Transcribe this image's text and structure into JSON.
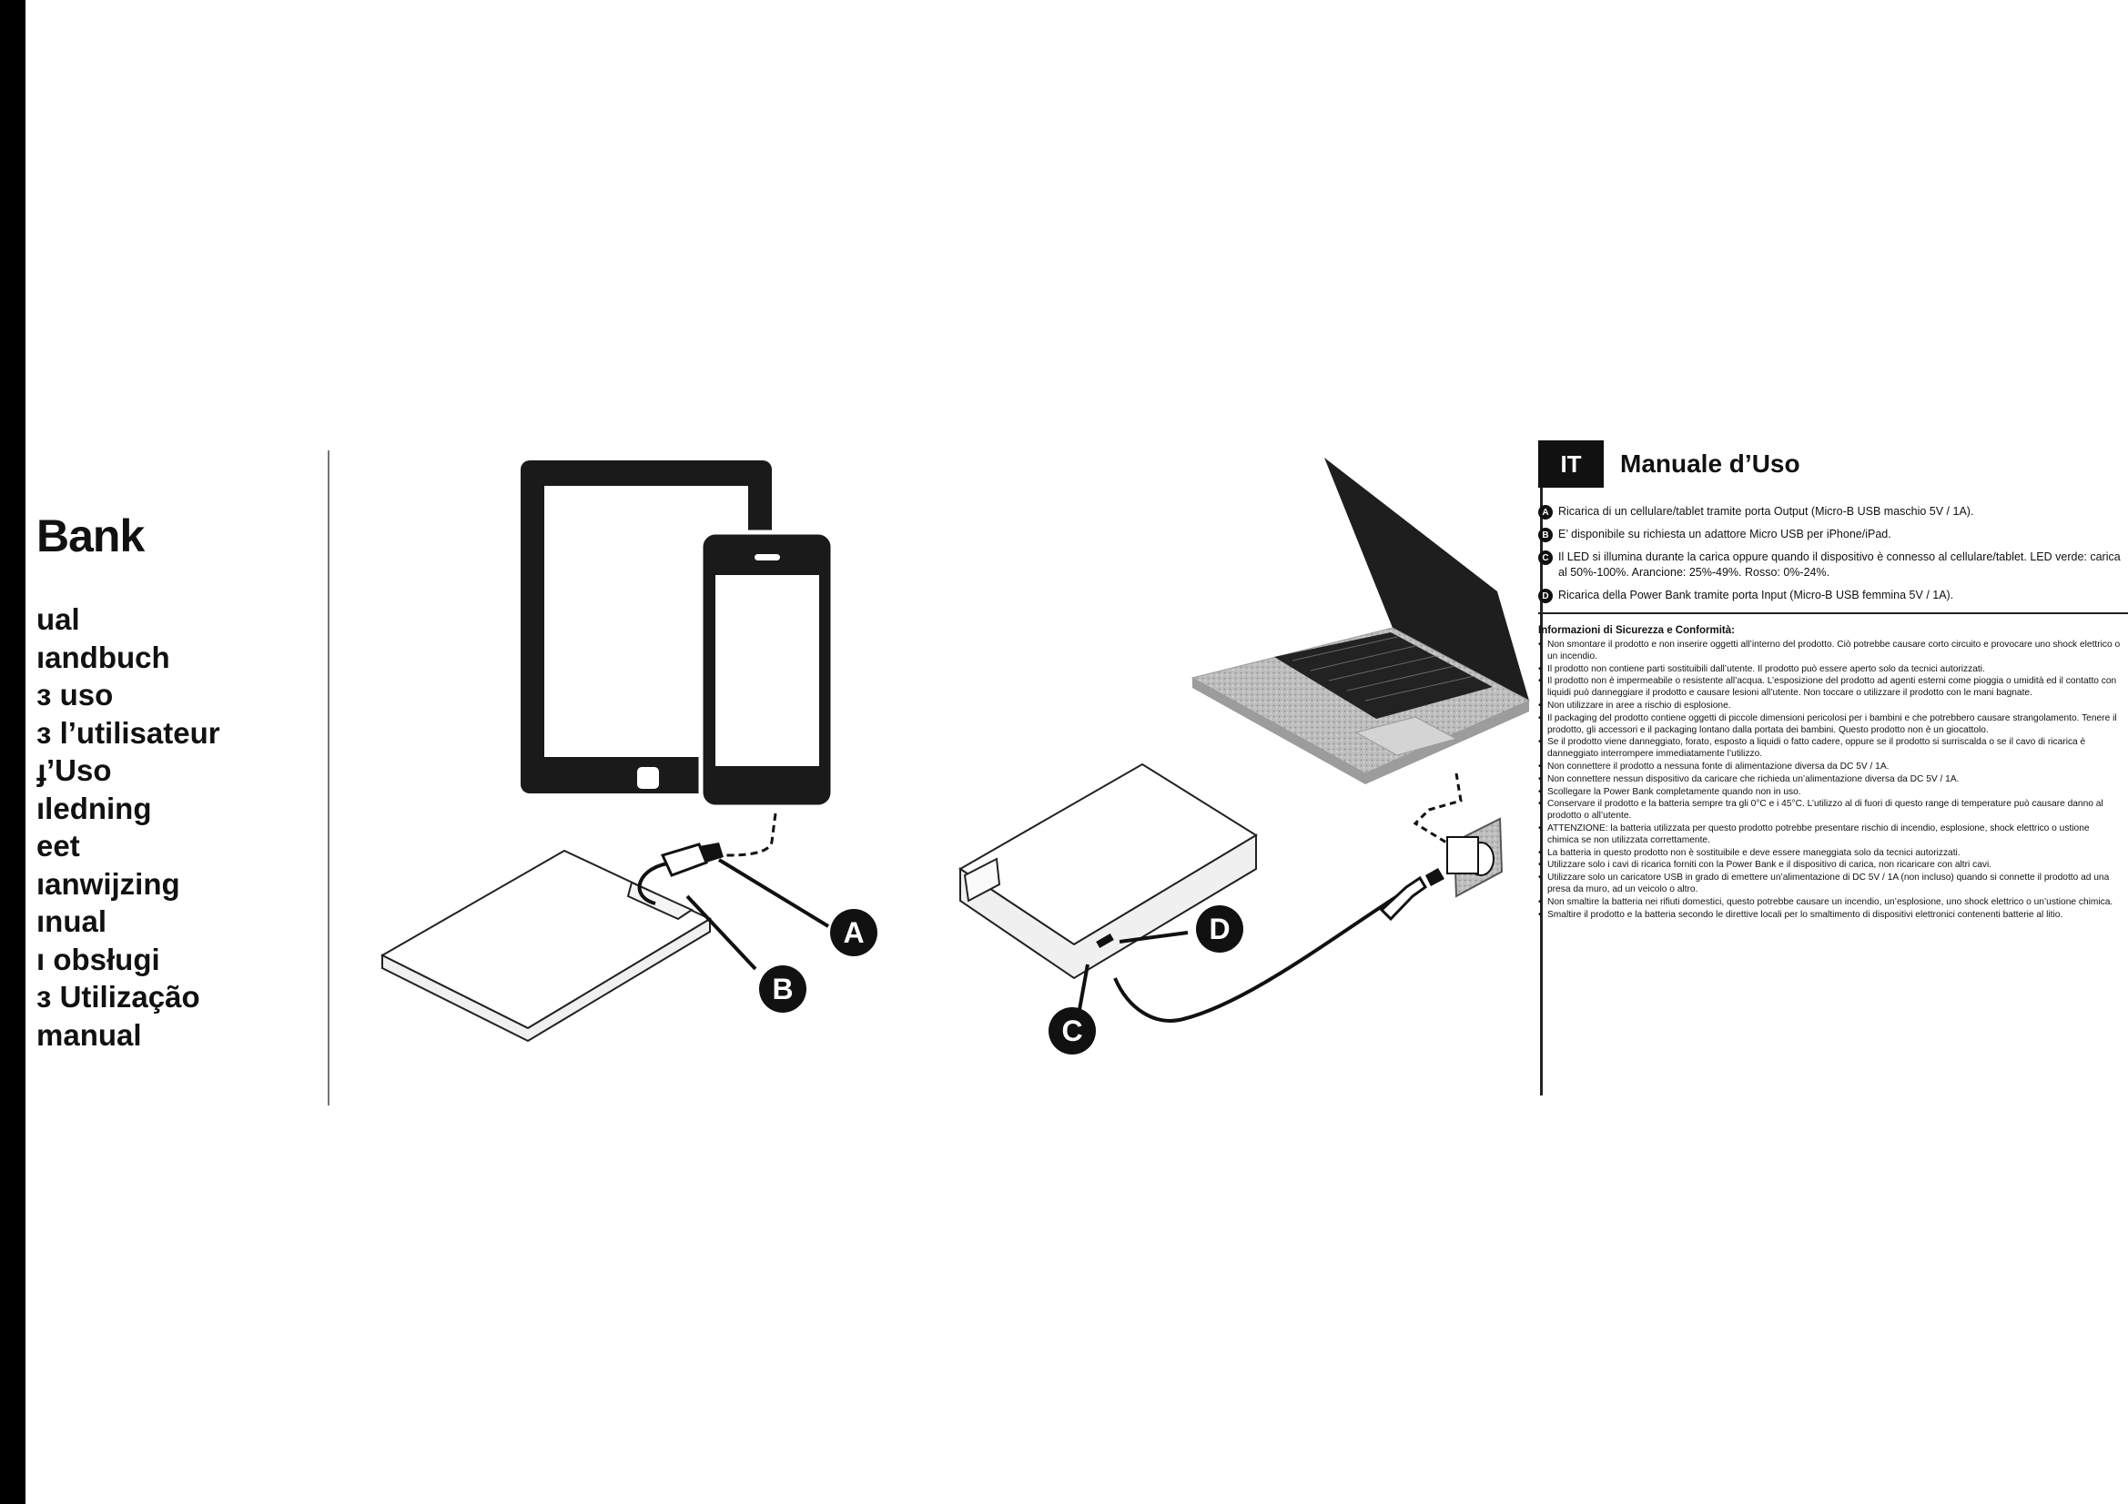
{
  "cover": {
    "title": "Bank",
    "languages": [
      "ual",
      "ıandbuch",
      "ɜ uso",
      "ɜ l’utilisateur",
      "ɟ’Uso",
      "ıledning",
      "eet",
      "ıanwijzing",
      "ınual",
      "ı obsługi",
      "ɜ Utilização",
      "manual"
    ]
  },
  "callouts": {
    "a": "A",
    "b": "B",
    "c": "C",
    "d": "D"
  },
  "it_section": {
    "badge": "IT",
    "title": "Manuale d’Uso",
    "features": [
      {
        "letter": "A",
        "text": "Ricarica di un cellulare/tablet tramite porta Output (Micro-B USB maschio 5V / 1A)."
      },
      {
        "letter": "B",
        "text": "E’ disponibile su richiesta un adattore Micro USB per iPhone/iPad."
      },
      {
        "letter": "C",
        "text": "Il LED si illumina durante la carica oppure quando il dispositivo è connesso al cellulare/tablet. LED verde: carica al 50%-100%. Arancione: 25%-49%. Rosso: 0%-24%."
      },
      {
        "letter": "D",
        "text": "Ricarica della Power Bank tramite porta Input (Micro-B USB femmina 5V / 1A)."
      }
    ],
    "safety_title": "Informazioni di Sicurezza e Conformità:",
    "safety_items": [
      "Non smontare il prodotto e non inserire oggetti all’interno del prodotto. Ciò potrebbe causare corto circuito e provocare uno shock elettrico o un incendio.",
      "Il prodotto non contiene parti sostituibili dall’utente. Il prodotto può essere aperto solo da tecnici autorizzati.",
      "Il prodotto non è impermeabile o resistente all’acqua. L’esposizione del prodotto ad agenti esterni come pioggia o umidità ed il contatto con liquidi può danneggiare il prodotto e causare lesioni all’utente. Non toccare o utilizzare il prodotto con le mani bagnate.",
      "Non utilizzare in aree a rischio di esplosione.",
      "Il packaging del prodotto contiene oggetti di piccole dimensioni pericolosi per i bambini e che potrebbero causare strangolamento. Tenere il prodotto, gli accessori e il packaging lontano dalla portata dei bambini. Questo prodotto non è un giocattolo.",
      "Se il prodotto viene danneggiato, forato, esposto a liquidi o fatto cadere, oppure se il prodotto si surriscalda o se il cavo di ricarica è danneggiato interrompere immediatamente l’utilizzo.",
      "Non connettere il prodotto a nessuna fonte di alimentazione diversa da DC 5V / 1A.",
      "Non connettere nessun dispositivo da caricare che richieda un’alimentazione diversa da DC 5V / 1A.",
      "Scollegare la Power Bank completamente quando non in uso.",
      "Conservare il prodotto e la batteria sempre tra gli 0°C e i 45°C. L’utilizzo al di fuori di questo range di temperature può causare danno al prodotto o all’utente.",
      "ATTENZIONE: la batteria utilizzata per questo prodotto potrebbe presentare rischio di incendio, esplosione, shock elettrico o ustione chimica se non utilizzata correttamente.",
      "La batteria in questo prodotto non è sostituibile e deve essere maneggiata solo da tecnici autorizzati.",
      "Utilizzare solo i cavi di ricarica forniti con la Power Bank e il dispositivo di carica, non ricaricare con altri cavi.",
      "Utilizzare solo un caricatore USB in grado di emettere un’alimentazione di DC 5V / 1A (non incluso) quando si connette il prodotto ad una presa da muro, ad un veicolo o altro.",
      "Non smaltire la batteria nei rifiuti domestici, questo potrebbe causare un incendio, un’esplosione, uno shock elettrico o un’ustione chimica.",
      "Smaltire il prodotto e la batteria secondo le direttive locali per lo smaltimento di dispositivi elettronici contenenti batterie al litio."
    ]
  }
}
